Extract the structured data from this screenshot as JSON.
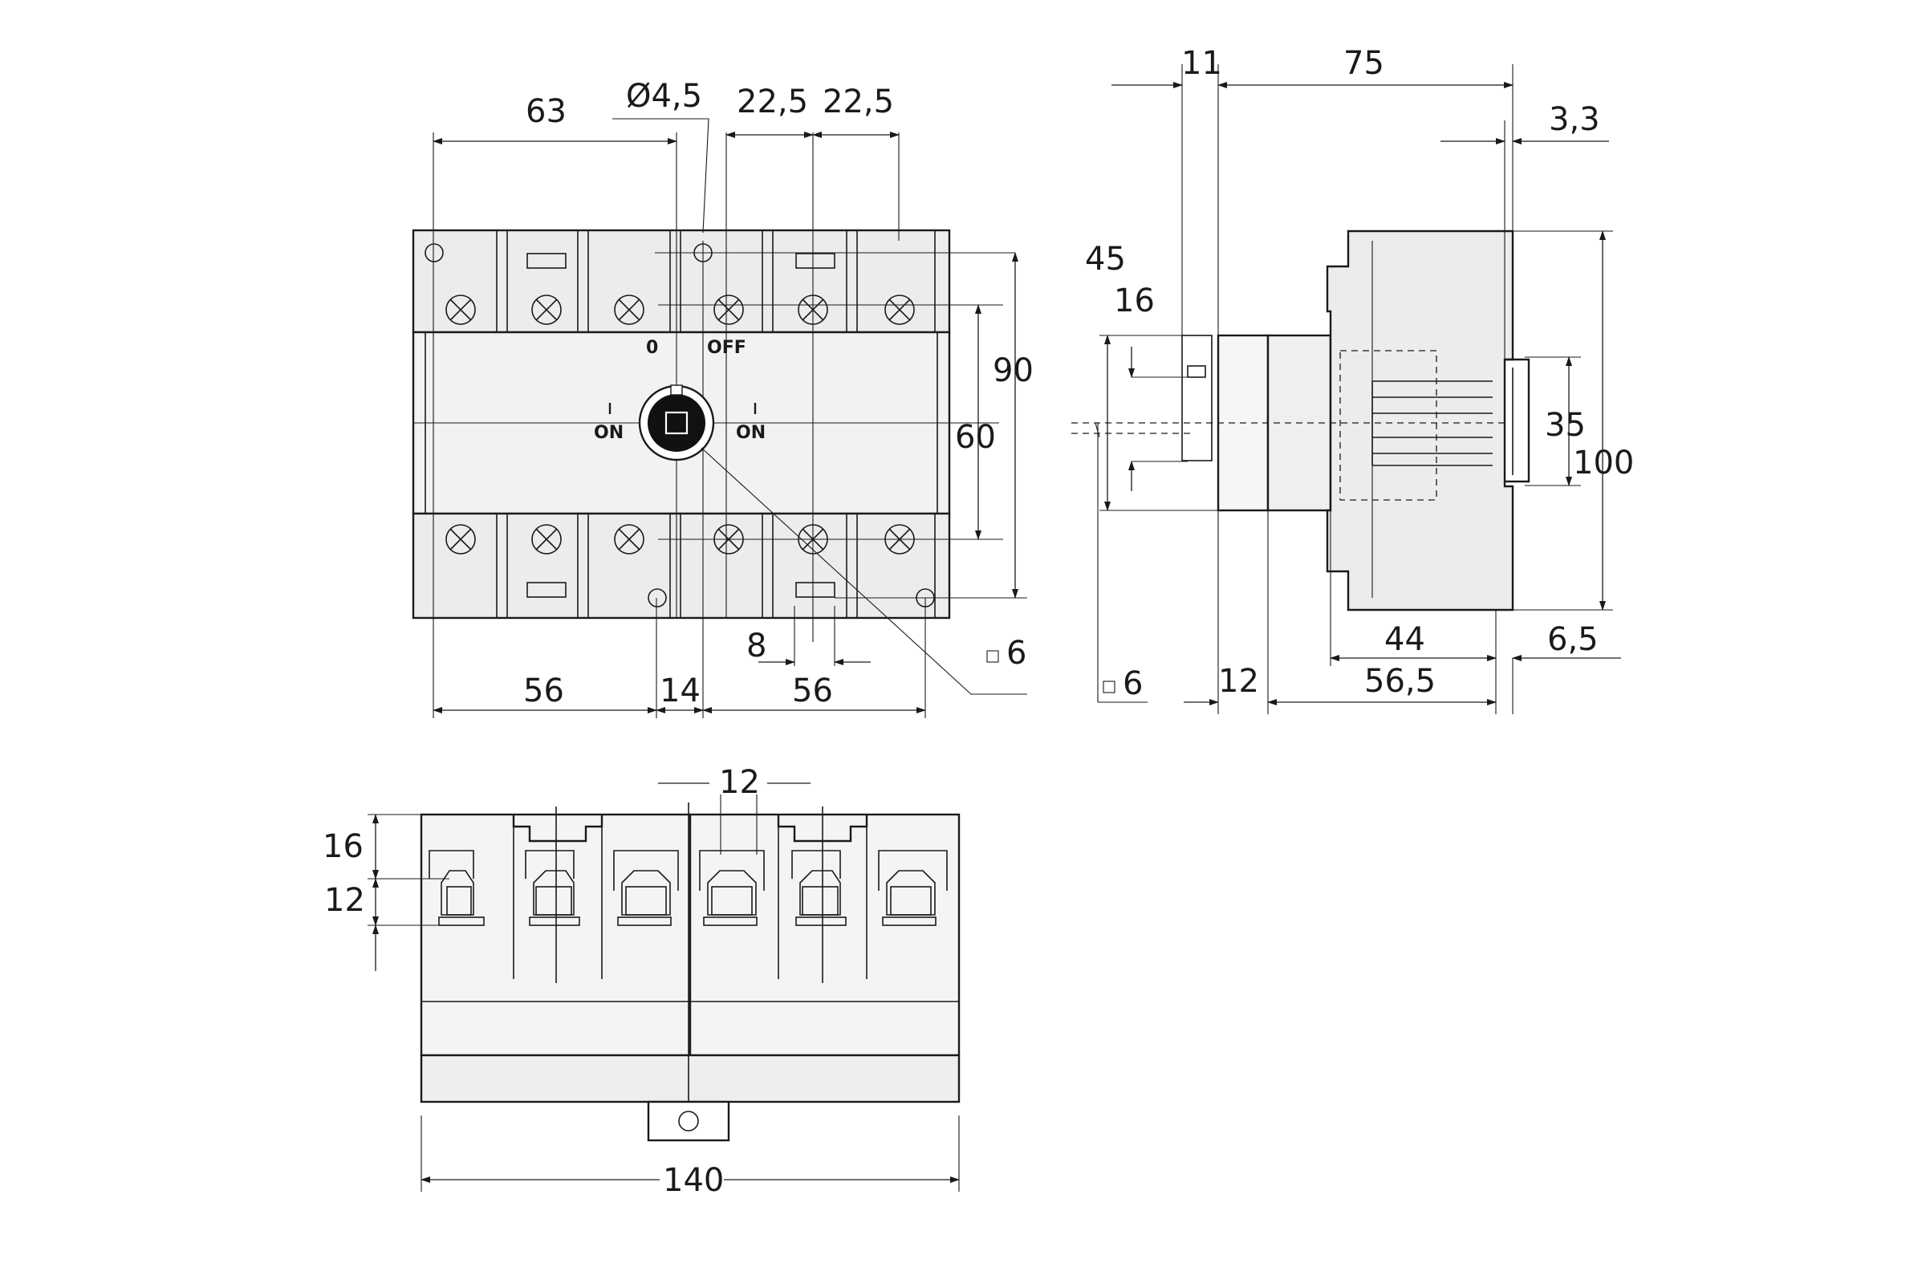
{
  "front_view": {
    "dims": {
      "d63": "63",
      "hole_dia": "Ø4,5",
      "pitch_a": "22,5",
      "pitch_b": "22,5",
      "height_90": "90",
      "height_60": "60",
      "bottom_56_left": "56",
      "bottom_14": "14",
      "bottom_56_right": "56",
      "slot_8": "8",
      "square_6": "6"
    },
    "labels": {
      "pos_zero": "0",
      "pos_off": "OFF",
      "on_left": "ON",
      "on_right": "ON"
    }
  },
  "side_view": {
    "dims": {
      "d11": "11",
      "d75": "75",
      "d3_3": "3,3",
      "d45": "45",
      "d16": "16",
      "d35": "35",
      "d100": "100",
      "d44": "44",
      "d6_5": "6,5",
      "d56_5": "56,5",
      "d12": "12",
      "square_6": "6"
    }
  },
  "top_view": {
    "dims": {
      "d12_top": "12",
      "d16": "16",
      "d12": "12",
      "d140": "140"
    }
  }
}
